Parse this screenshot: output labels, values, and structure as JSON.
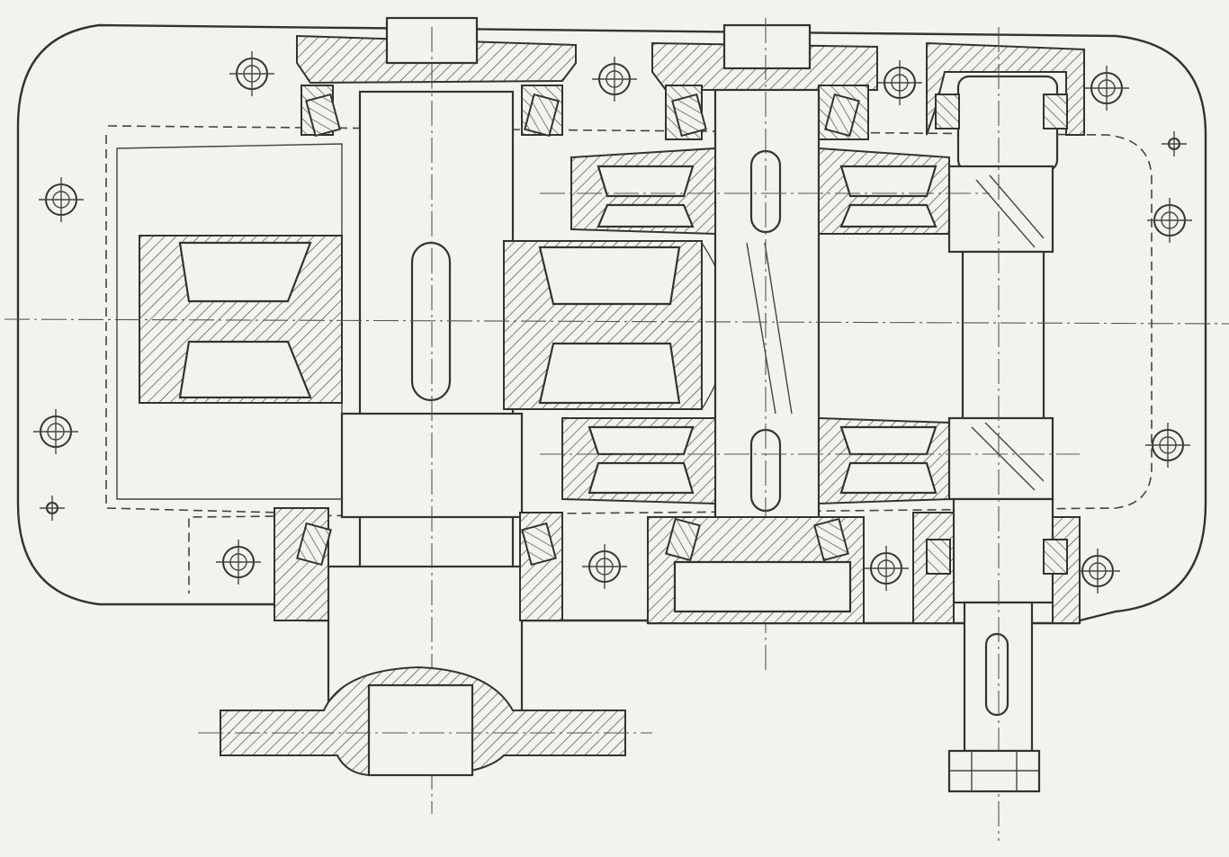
{
  "drawing": {
    "subject": "gear-reducer-cross-section",
    "colors": {
      "paper": "#f4f2ec",
      "ink": "#333333"
    }
  },
  "components": {
    "housing": "housing",
    "input_shaft": "input-shaft",
    "intermediate_shaft": "intermediate-shaft",
    "output_shaft": "output-shaft",
    "gears": [
      "large-gear",
      "middle-gear",
      "upper-gear-left",
      "upper-gear-right",
      "lower-gear-left",
      "lower-gear-right"
    ],
    "bearings": [
      "bearing",
      "bearing",
      "bearing",
      "bearing",
      "bearing",
      "bearing",
      "bearing",
      "bearing"
    ],
    "bolts": 14,
    "foot_flange": "mounting-foot",
    "shaft_end": "shaft-end-nut"
  }
}
